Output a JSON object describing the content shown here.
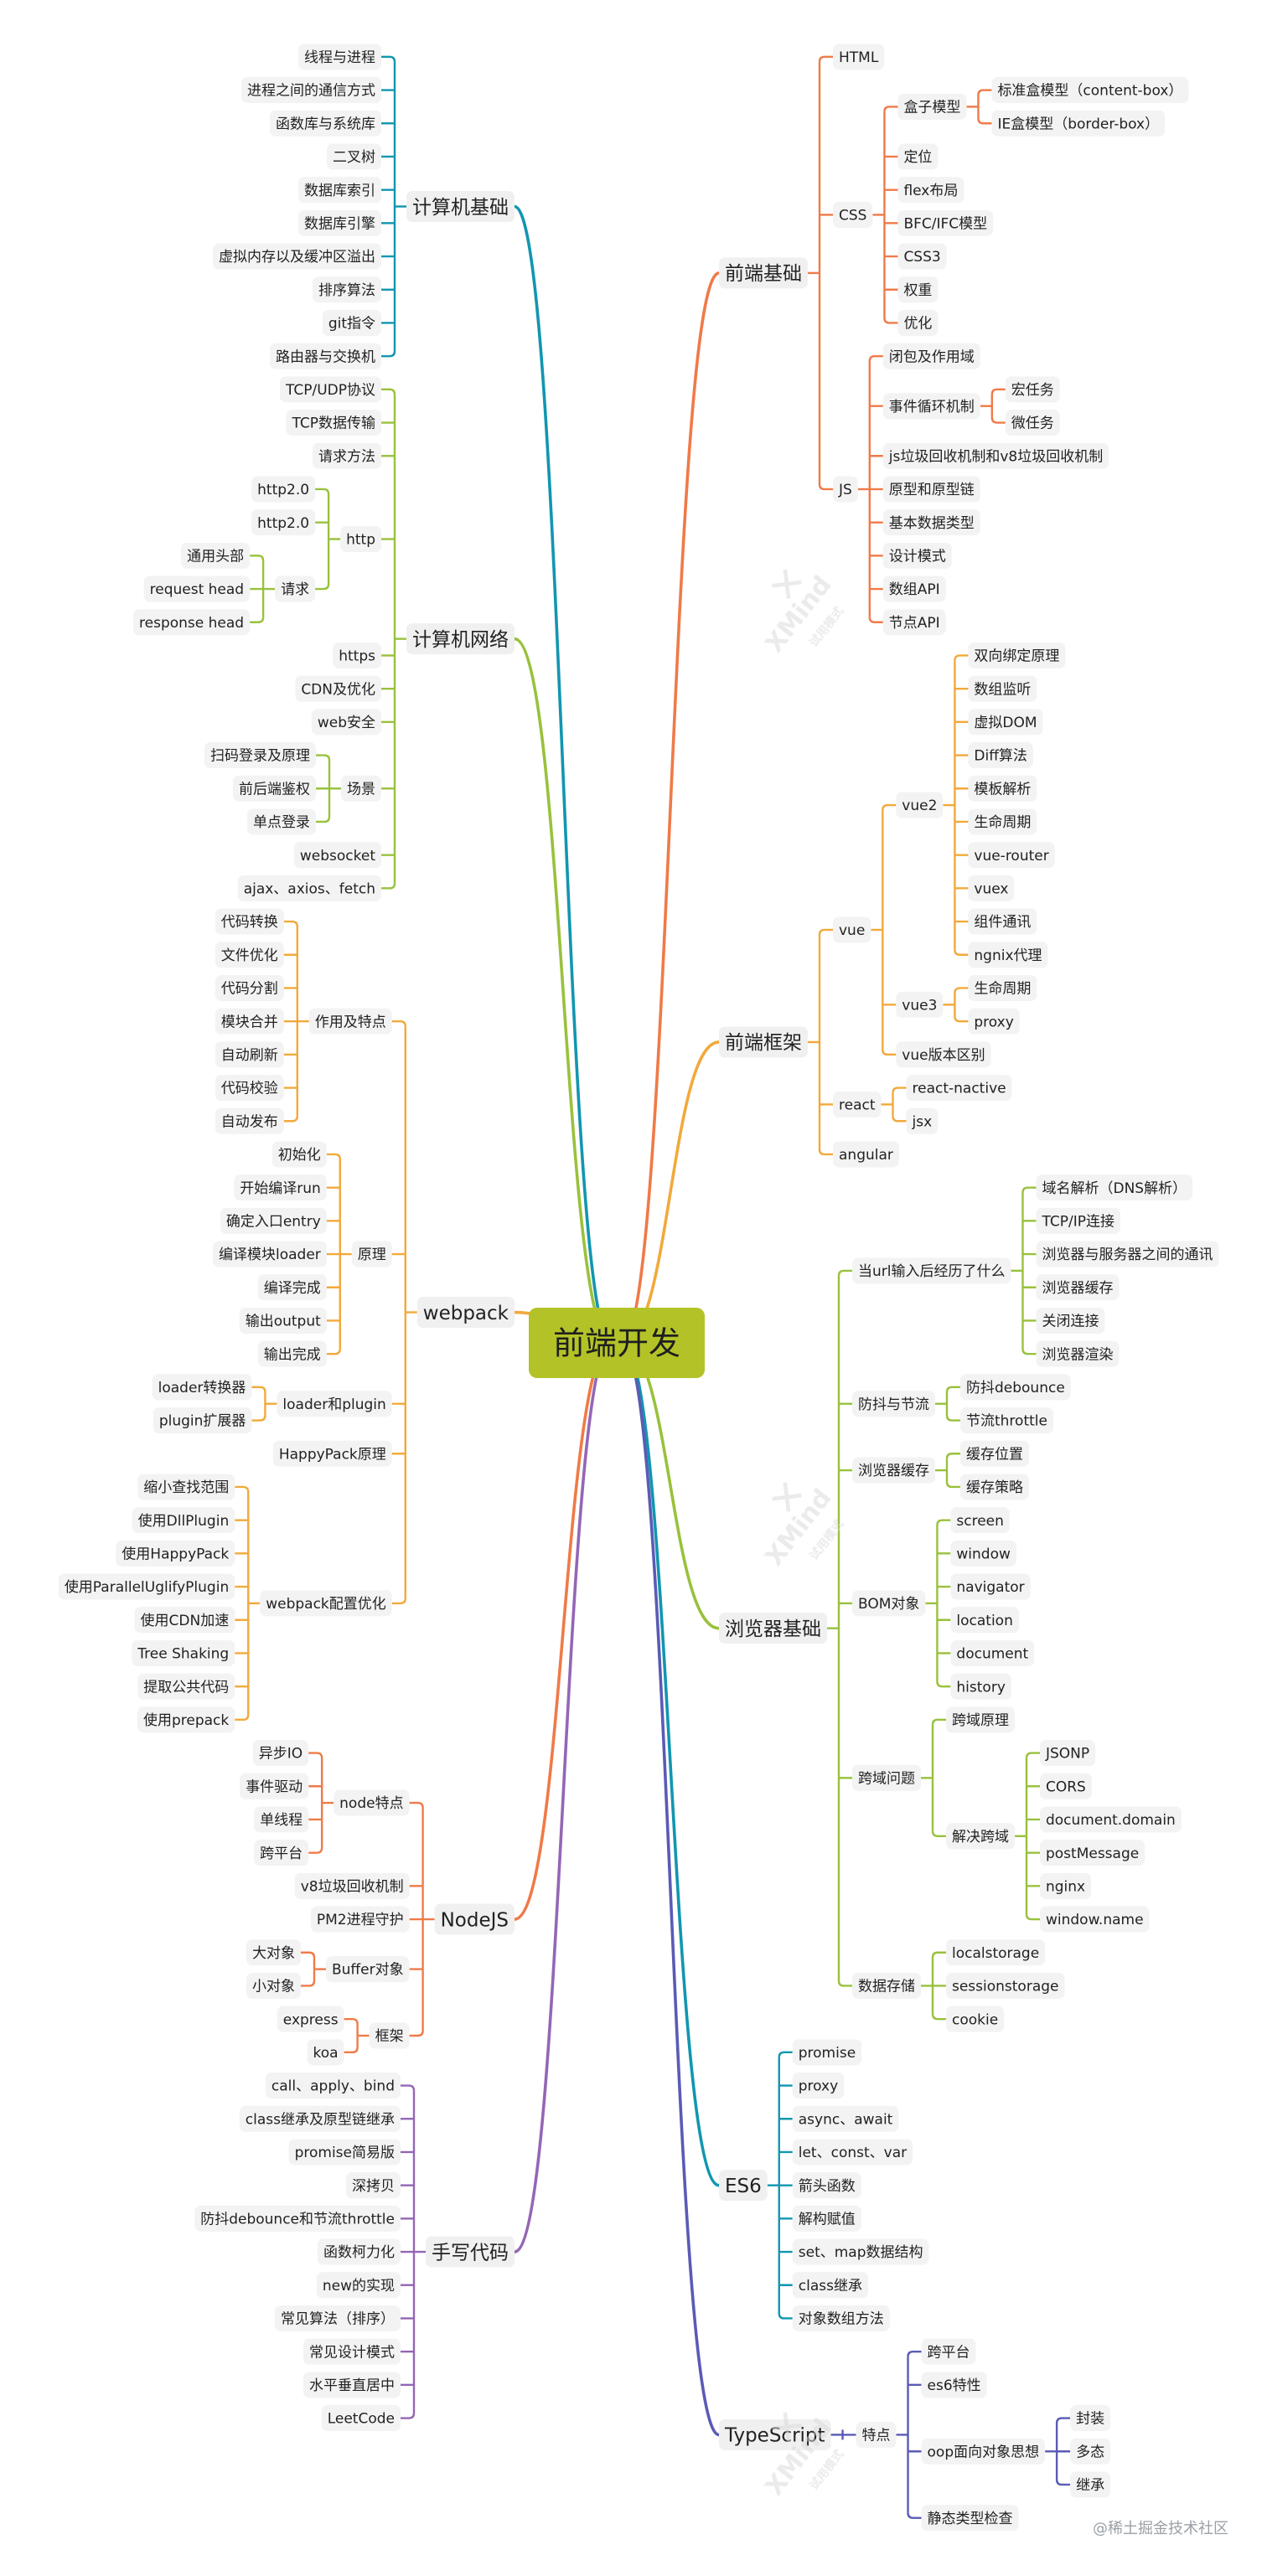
{
  "root": {
    "label": "前端开发",
    "color": "#b3c327"
  },
  "watermark": {
    "brand": "XMind",
    "sub": "试用模式",
    "credit": "@稀土掘金技术社区"
  },
  "branch_colors": {
    "orange": "#ef7a48",
    "teal": "#1196b0",
    "green": "#99c13c",
    "amber": "#f2a93b",
    "purple": "#9466b6",
    "indigo": "#5a5bb5"
  },
  "topics": [
    {
      "label": "前端基础",
      "color": "orange",
      "children": [
        {
          "label": "HTML"
        },
        {
          "label": "CSS",
          "children": [
            {
              "label": "盒子模型",
              "children": [
                {
                  "label": "标准盒模型（content-box）"
                },
                {
                  "label": "IE盒模型（border-box）"
                }
              ]
            },
            {
              "label": "定位"
            },
            {
              "label": "flex布局"
            },
            {
              "label": "BFC/IFC模型"
            },
            {
              "label": "CSS3"
            },
            {
              "label": "权重"
            },
            {
              "label": "优化"
            }
          ]
        },
        {
          "label": "JS",
          "children": [
            {
              "label": "闭包及作用域"
            },
            {
              "label": "事件循环机制",
              "children": [
                {
                  "label": "宏任务"
                },
                {
                  "label": "微任务"
                }
              ]
            },
            {
              "label": "js垃圾回收机制和v8垃圾回收机制"
            },
            {
              "label": "原型和原型链"
            },
            {
              "label": "基本数据类型"
            },
            {
              "label": "设计模式"
            },
            {
              "label": "数组API"
            },
            {
              "label": "节点API"
            }
          ]
        }
      ]
    },
    {
      "label": "前端框架",
      "color": "amber",
      "children": [
        {
          "label": "vue",
          "children": [
            {
              "label": "vue2",
              "children": [
                {
                  "label": "双向绑定原理"
                },
                {
                  "label": "数组监听"
                },
                {
                  "label": "虚拟DOM"
                },
                {
                  "label": "Diff算法"
                },
                {
                  "label": "模板解析"
                },
                {
                  "label": "生命周期"
                },
                {
                  "label": "vue-router"
                },
                {
                  "label": "vuex"
                },
                {
                  "label": "组件通讯"
                },
                {
                  "label": "ngnix代理"
                }
              ]
            },
            {
              "label": "vue3",
              "children": [
                {
                  "label": "生命周期"
                },
                {
                  "label": "proxy"
                }
              ]
            },
            {
              "label": "vue版本区别"
            }
          ]
        },
        {
          "label": "react",
          "children": [
            {
              "label": "react-nactive"
            },
            {
              "label": "jsx"
            }
          ]
        },
        {
          "label": "angular"
        }
      ]
    },
    {
      "label": "浏览器基础",
      "color": "green",
      "children": [
        {
          "label": "当url输入后经历了什么",
          "children": [
            {
              "label": "域名解析（DNS解析）"
            },
            {
              "label": "TCP/IP连接"
            },
            {
              "label": "浏览器与服务器之间的通讯"
            },
            {
              "label": "浏览器缓存"
            },
            {
              "label": "关闭连接"
            },
            {
              "label": "浏览器渲染"
            }
          ]
        },
        {
          "label": "防抖与节流",
          "children": [
            {
              "label": "防抖debounce"
            },
            {
              "label": "节流throttle"
            }
          ]
        },
        {
          "label": "浏览器缓存",
          "children": [
            {
              "label": "缓存位置"
            },
            {
              "label": "缓存策略"
            }
          ]
        },
        {
          "label": "BOM对象",
          "children": [
            {
              "label": "screen"
            },
            {
              "label": "window"
            },
            {
              "label": "navigator"
            },
            {
              "label": "location"
            },
            {
              "label": "document"
            },
            {
              "label": "history"
            }
          ]
        },
        {
          "label": "跨域问题",
          "children": [
            {
              "label": "跨域原理"
            },
            {
              "label": "解决跨域",
              "children": [
                {
                  "label": "JSONP"
                },
                {
                  "label": "CORS"
                },
                {
                  "label": "document.domain"
                },
                {
                  "label": "postMessage"
                },
                {
                  "label": "nginx"
                },
                {
                  "label": "window.name"
                }
              ]
            }
          ]
        },
        {
          "label": "数据存储",
          "children": [
            {
              "label": "localstorage"
            },
            {
              "label": "sessionstorage"
            },
            {
              "label": "cookie"
            }
          ]
        }
      ]
    },
    {
      "label": "ES6",
      "color": "teal",
      "children": [
        {
          "label": "promise"
        },
        {
          "label": "proxy"
        },
        {
          "label": "async、await"
        },
        {
          "label": "let、const、var"
        },
        {
          "label": "箭头函数"
        },
        {
          "label": "解构赋值"
        },
        {
          "label": "set、map数据结构"
        },
        {
          "label": "class继承"
        },
        {
          "label": "对象数组方法"
        }
      ]
    },
    {
      "label": "TypeScript",
      "color": "indigo",
      "children": [
        {
          "label": "特点",
          "children": [
            {
              "label": "跨平台"
            },
            {
              "label": "es6特性"
            },
            {
              "label": "oop面向对象思想",
              "children": [
                {
                  "label": "封装"
                },
                {
                  "label": "多态"
                },
                {
                  "label": "继承"
                }
              ]
            },
            {
              "label": "静态类型检查"
            }
          ]
        }
      ]
    },
    {
      "label": "计算机基础",
      "color": "teal",
      "children": [
        {
          "label": "线程与进程"
        },
        {
          "label": "进程之间的通信方式"
        },
        {
          "label": "函数库与系统库"
        },
        {
          "label": "二叉树"
        },
        {
          "label": "数据库索引"
        },
        {
          "label": "数据库引擎"
        },
        {
          "label": "虚拟内存以及缓冲区溢出"
        },
        {
          "label": "排序算法"
        },
        {
          "label": "git指令"
        },
        {
          "label": "路由器与交换机"
        }
      ]
    },
    {
      "label": "计算机网络",
      "color": "green",
      "children": [
        {
          "label": "TCP/UDP协议"
        },
        {
          "label": "TCP数据传输"
        },
        {
          "label": "请求方法"
        },
        {
          "label": "http",
          "children": [
            {
              "label": "http2.0"
            },
            {
              "label": "http2.0"
            },
            {
              "label": "请求",
              "children": [
                {
                  "label": "通用头部"
                },
                {
                  "label": "request head"
                },
                {
                  "label": "response head"
                }
              ]
            }
          ]
        },
        {
          "label": "https"
        },
        {
          "label": "CDN及优化"
        },
        {
          "label": "web安全"
        },
        {
          "label": "场景",
          "children": [
            {
              "label": "扫码登录及原理"
            },
            {
              "label": "前后端鉴权"
            },
            {
              "label": "单点登录"
            }
          ]
        },
        {
          "label": "websocket"
        },
        {
          "label": "ajax、axios、fetch"
        }
      ]
    },
    {
      "label": "webpack",
      "color": "amber",
      "children": [
        {
          "label": "作用及特点",
          "children": [
            {
              "label": "代码转换"
            },
            {
              "label": "文件优化"
            },
            {
              "label": "代码分割"
            },
            {
              "label": "模块合并"
            },
            {
              "label": "自动刷新"
            },
            {
              "label": "代码校验"
            },
            {
              "label": "自动发布"
            }
          ]
        },
        {
          "label": "原理",
          "children": [
            {
              "label": "初始化"
            },
            {
              "label": "开始编译run"
            },
            {
              "label": "确定入口entry"
            },
            {
              "label": "编译模块loader"
            },
            {
              "label": "编译完成"
            },
            {
              "label": "输出output"
            },
            {
              "label": "输出完成"
            }
          ]
        },
        {
          "label": "loader和plugin",
          "children": [
            {
              "label": "loader转换器"
            },
            {
              "label": "plugin扩展器"
            }
          ]
        },
        {
          "label": "HappyPack原理"
        },
        {
          "label": "webpack配置优化",
          "children": [
            {
              "label": "缩小查找范围"
            },
            {
              "label": "使用DllPlugin"
            },
            {
              "label": "使用HappyPack"
            },
            {
              "label": "使用ParallelUglifyPlugin"
            },
            {
              "label": "使用CDN加速"
            },
            {
              "label": "Tree Shaking"
            },
            {
              "label": "提取公共代码"
            },
            {
              "label": "使用prepack"
            }
          ]
        }
      ]
    },
    {
      "label": "NodeJS",
      "color": "orange",
      "children": [
        {
          "label": "node特点",
          "children": [
            {
              "label": "异步IO"
            },
            {
              "label": "事件驱动"
            },
            {
              "label": "单线程"
            },
            {
              "label": "跨平台"
            }
          ]
        },
        {
          "label": "v8垃圾回收机制"
        },
        {
          "label": "PM2进程守护"
        },
        {
          "label": "Buffer对象",
          "children": [
            {
              "label": "大对象"
            },
            {
              "label": "小对象"
            }
          ]
        },
        {
          "label": "框架",
          "children": [
            {
              "label": "express"
            },
            {
              "label": "koa"
            }
          ]
        }
      ]
    },
    {
      "label": "手写代码",
      "color": "purple",
      "children": [
        {
          "label": "call、apply、bind"
        },
        {
          "label": "class继承及原型链继承"
        },
        {
          "label": "promise简易版"
        },
        {
          "label": "深拷贝"
        },
        {
          "label": "防抖debounce和节流throttle"
        },
        {
          "label": "函数柯力化"
        },
        {
          "label": "new的实现"
        },
        {
          "label": "常见算法（排序）"
        },
        {
          "label": "常见设计模式"
        },
        {
          "label": "水平垂直居中"
        },
        {
          "label": "LeetCode"
        }
      ]
    }
  ]
}
